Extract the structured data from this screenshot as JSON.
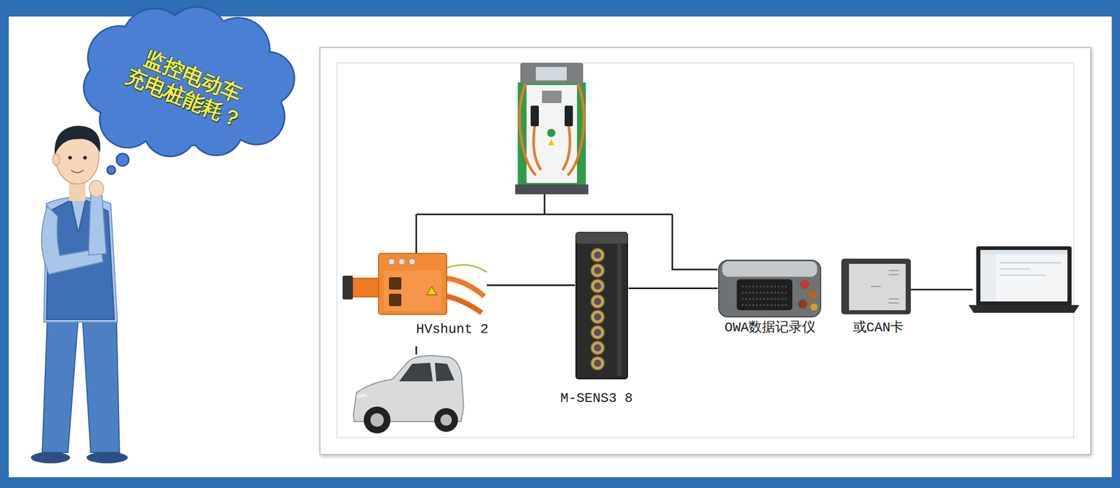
{
  "diagram": {
    "nodes": [
      {
        "text": [
          "监控电动车 充电桩能耗？"
        ]
      },
      {
        "text": [
          "HVshunt 2"
        ]
      },
      {
        "text": [
          "M-SENS3 8"
        ]
      },
      {
        "text": [
          "OWA数据记录仪"
        ]
      },
      {
        "text": [
          "或CAN卡"
        ]
      }
    ],
    "edges": [
      {
        "from": 1,
        "to": 2,
        "arrow": "none"
      },
      {
        "from": 2,
        "to": 3,
        "arrow": "none"
      }
    ]
  }
}
